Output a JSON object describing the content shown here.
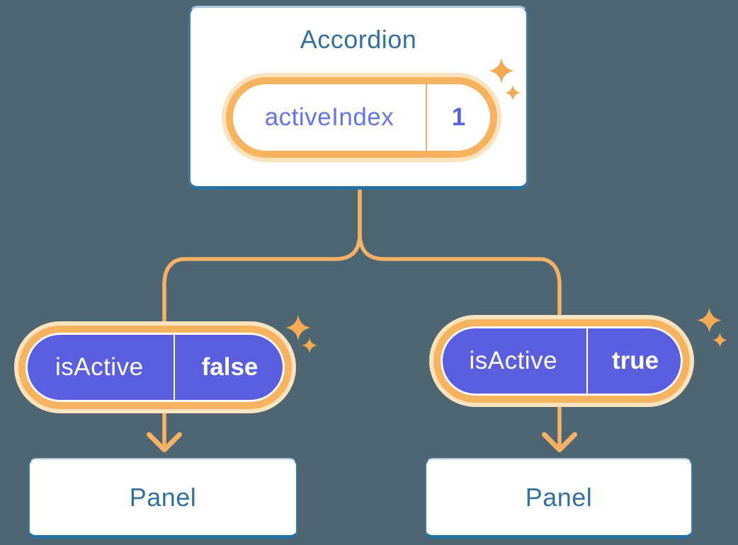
{
  "colors": {
    "background": "#4d6671",
    "connector_orange": "#f5b264",
    "ring_orange": "#f7b460",
    "halo_cream": "#fbe3be",
    "pill_purple": "#5c5ee0",
    "purple_text": "#6574e7",
    "value_purple": "#5663e2",
    "card_border_blue": "#3a7dab",
    "card_border_top_blue": "#a9c3d6",
    "card_border_bottom_blue": "#2471a5",
    "heading_blue": "#34709f",
    "sparkle_orange": "#f4a954"
  },
  "icons": {
    "sparkle": "✦"
  },
  "diagram": {
    "root": {
      "title": "Accordion",
      "pill": {
        "label": "activeIndex",
        "value": "1"
      }
    },
    "children": [
      {
        "pill": {
          "label": "isActive",
          "value": "false"
        },
        "panel": {
          "title": "Panel"
        }
      },
      {
        "pill": {
          "label": "isActive",
          "value": "true"
        },
        "panel": {
          "title": "Panel"
        }
      }
    ]
  }
}
